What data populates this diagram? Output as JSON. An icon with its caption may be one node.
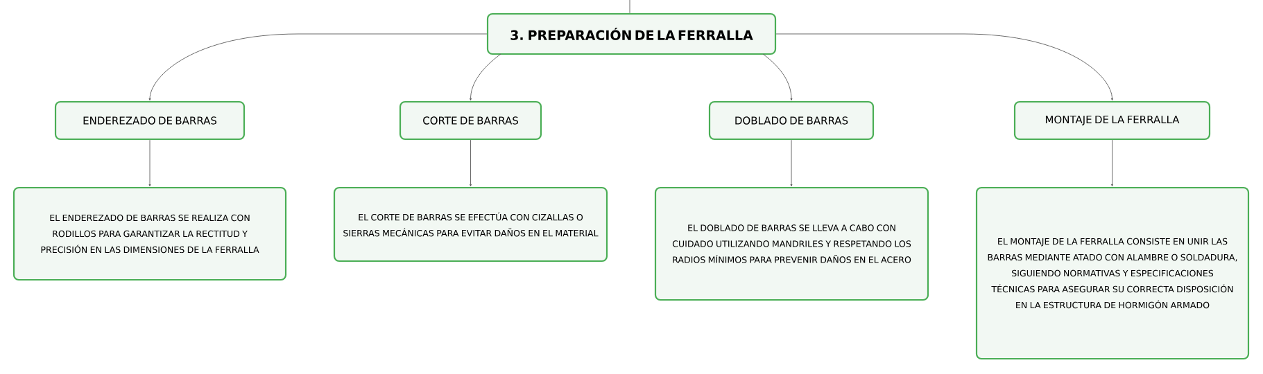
{
  "diagram": {
    "nodes": [
      {
        "text": [
          "3. PREPARACIÓN DE LA FERRALLA"
        ]
      },
      {
        "text": [
          "ENDEREZADO DE BARRAS"
        ]
      },
      {
        "text": [
          "CORTE DE BARRAS"
        ]
      },
      {
        "text": [
          "DOBLADO DE BARRAS"
        ]
      },
      {
        "text": [
          "MONTAJE DE LA FERRALLA"
        ]
      },
      {
        "text": [
          "EL ENDEREZADO DE BARRAS SE REALIZA CON RODILLOS PARA GARANTIZAR LA RECTITUD Y PRECISIÓN EN LAS DIMENSIONES DE LA FERRALLA"
        ]
      },
      {
        "text": [
          "EL CORTE DE BARRAS SE EFECTÚA CON CIZALLAS O SIERRAS MECÁNICAS PARA EVITAR DAÑOS EN EL MATERIAL"
        ]
      },
      {
        "text": [
          "EL DOBLADO DE BARRAS SE LLEVA A CABO CON CUIDADO UTILIZANDO MANDRILES Y RESPETANDO LOS RADIOS MÍNIMOS PARA PREVENIR DAÑOS EN EL ACERO"
        ]
      },
      {
        "text": [
          "EL MONTAJE DE LA FERRALLA CONSISTE EN UNIR LAS BARRAS MEDIANTE ATADO CON ALAMBRE O SOLDADURA, SIGUIENDO NORMATIVAS Y ESPECIFICACIONES TÉCNICAS PARA ASEGURAR SU CORRECTA DISPOSICIÓN EN LA ESTRUCTURA DE HORMIGÓN ARMADO"
        ]
      }
    ],
    "edges": [
      {
        "from": null,
        "to": 0,
        "arrow": "none"
      },
      {
        "from": 0,
        "to": 1,
        "arrow": "to"
      },
      {
        "from": 0,
        "to": 2,
        "arrow": "to"
      },
      {
        "from": 0,
        "to": 3,
        "arrow": "to"
      },
      {
        "from": 0,
        "to": 4,
        "arrow": "to"
      },
      {
        "from": 1,
        "to": 5,
        "arrow": "to"
      },
      {
        "from": 2,
        "to": 6,
        "arrow": "to"
      },
      {
        "from": 3,
        "to": 7,
        "arrow": "to"
      },
      {
        "from": 4,
        "to": 8,
        "arrow": "to"
      }
    ]
  }
}
